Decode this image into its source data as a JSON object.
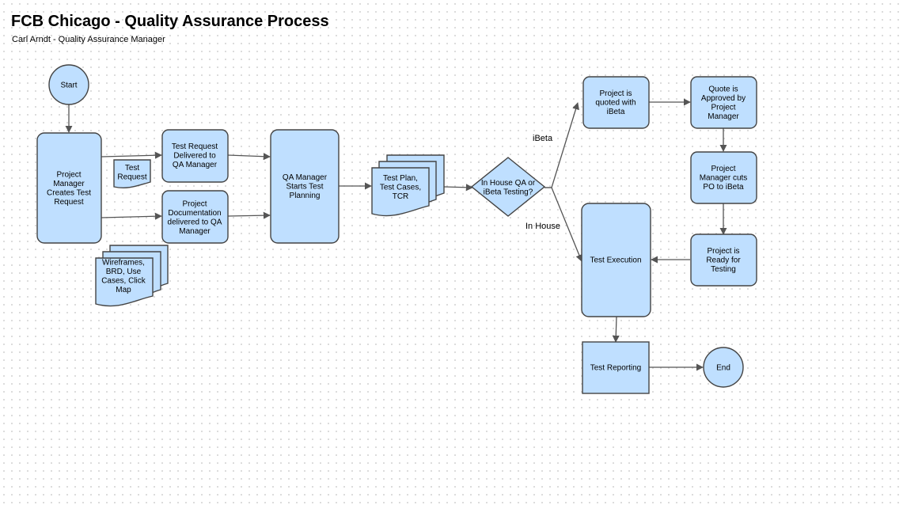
{
  "header": {
    "title": "FCB Chicago - Quality Assurance Process",
    "subtitle": "Carl Arndt - Quality Assurance Manager"
  },
  "colors": {
    "node_fill": "#bfdfff",
    "node_stroke": "#444444",
    "edge": "#555555"
  },
  "nodes": {
    "start": [
      "Start"
    ],
    "pm_creates_request": [
      "Project",
      "Manager",
      "Creates Test",
      "Request"
    ],
    "test_request_doc": [
      "Test",
      "Request"
    ],
    "request_delivered": [
      "Test Request",
      "Delivered to",
      "QA Manager"
    ],
    "project_documentation": [
      "Project",
      "Documentation",
      "delivered to QA",
      "Manager"
    ],
    "wireframes_docs": [
      "Wireframes,",
      "BRD, Use",
      "Cases, Click",
      "Map"
    ],
    "qa_starts_planning": [
      "QA Manager",
      "Starts Test",
      "Planning"
    ],
    "test_plan_docs": [
      "Test Plan,",
      "Test Cases,",
      "TCR"
    ],
    "decision": [
      "In House QA or",
      "iBeta Testing?"
    ],
    "quoted_ibeta": [
      "Project is",
      "quoted with",
      "iBeta"
    ],
    "quote_approved": [
      "Quote is",
      "Approved by",
      "Project",
      "Manager"
    ],
    "pm_cuts_po": [
      "Project",
      "Manager cuts",
      "PO to iBeta"
    ],
    "ready_for_testing": [
      "Project is",
      "Ready for",
      "Testing"
    ],
    "test_execution": [
      "Test Execution"
    ],
    "test_reporting": [
      "Test Reporting"
    ],
    "end": [
      "End"
    ]
  },
  "edge_labels": {
    "ibeta": "iBeta",
    "in_house": "In House"
  }
}
